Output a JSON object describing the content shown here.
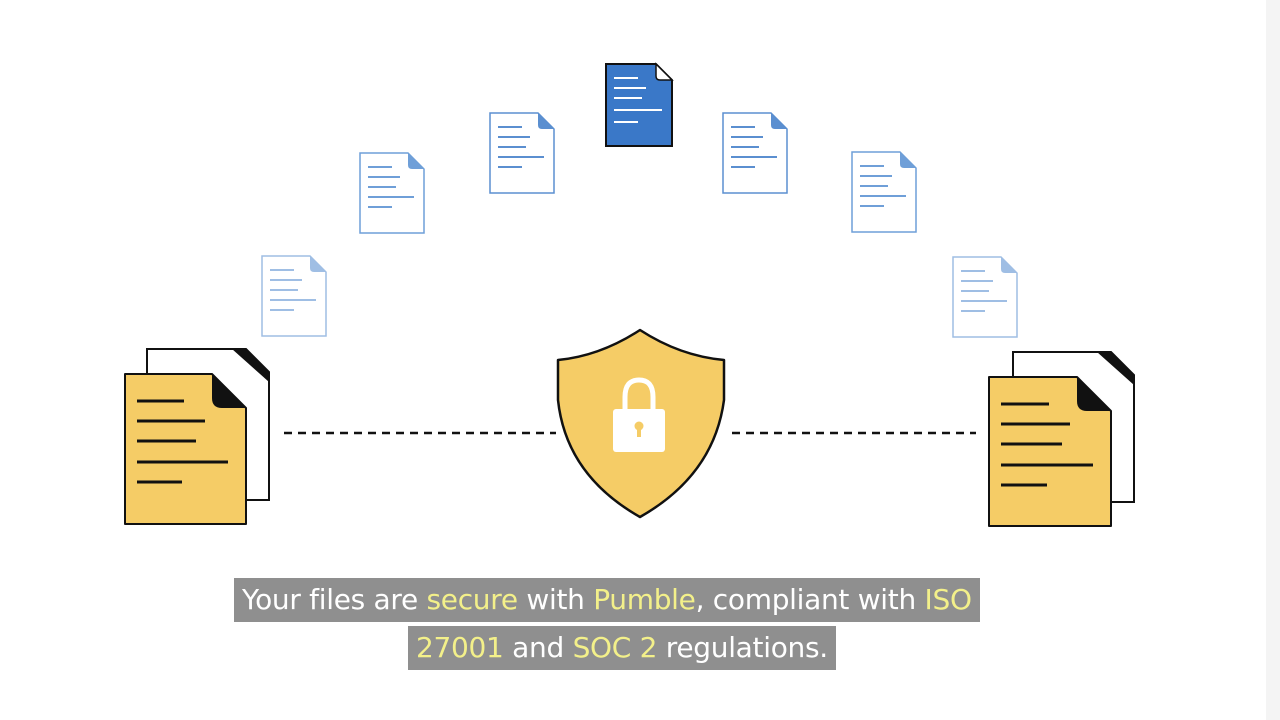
{
  "caption": {
    "line1": {
      "t1": "Your files are ",
      "t2": "secure",
      "t3": " with ",
      "t4": "Pumble",
      "t5": ", compliant with ",
      "t6": "ISO"
    },
    "line2": {
      "t1": "27001",
      "t2": " and ",
      "t3": "SOC 2",
      "t4": " regulations."
    },
    "highlight_color": "#f3f08a",
    "background_color": "#8f8f8f"
  },
  "colors": {
    "shield": "#f5cc66",
    "source_doc": "#f5cc66",
    "active_doc": "#3a78c8",
    "faded_doc_lines": "#5b8fd0"
  },
  "icons": [
    "document-stack-icon",
    "document-icon",
    "shield-lock-icon",
    "padlock-icon"
  ]
}
